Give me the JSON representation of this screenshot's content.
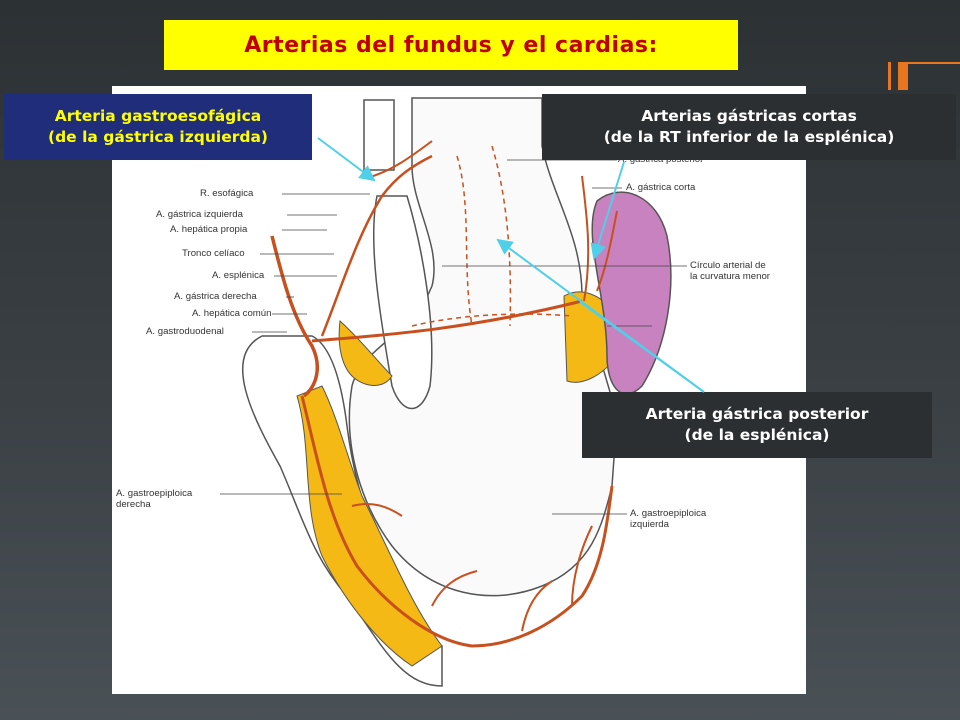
{
  "slide": {
    "title": "Arterias del fundus y el cardias:"
  },
  "callouts": {
    "gastroesofagica": {
      "line1": "Arteria gastroesofágica",
      "line2": "(de la gástrica izquierda)"
    },
    "gastricas_cortas": {
      "line1": "Arterias gástricas cortas",
      "line2": "(de la RT inferior de la esplénica)"
    },
    "gastrica_posterior": {
      "line1": "Arteria gástrica posterior",
      "line2": "(de la esplénica)"
    }
  },
  "figure_labels": {
    "left": [
      "R. esofágica",
      "A. gástrica izquierda",
      "A. hepática propia",
      "Tronco celíaco",
      "A. esplénica",
      "A. gástrica derecha",
      "A. hepática común",
      "A. gastroduodenal"
    ],
    "gastroepiploica_derecha": [
      "A. gastroepiploica",
      "derecha"
    ],
    "right_top": [
      "A. gástrica posterior",
      "A. gástrica corta"
    ],
    "circulo": [
      "Círculo arterial de",
      "la curvatura menor"
    ],
    "gastroepiploica_izquierda": [
      "A. gastroepiploica",
      "izquierda"
    ]
  },
  "colors": {
    "title_bg": "#ffff00",
    "title_text": "#c00000",
    "accent": "#e8761e",
    "artery": "#c8501e",
    "omentum_fill": "#f5b916",
    "spleen_fill": "#c882c0",
    "arrow": "#4fd0e8"
  }
}
